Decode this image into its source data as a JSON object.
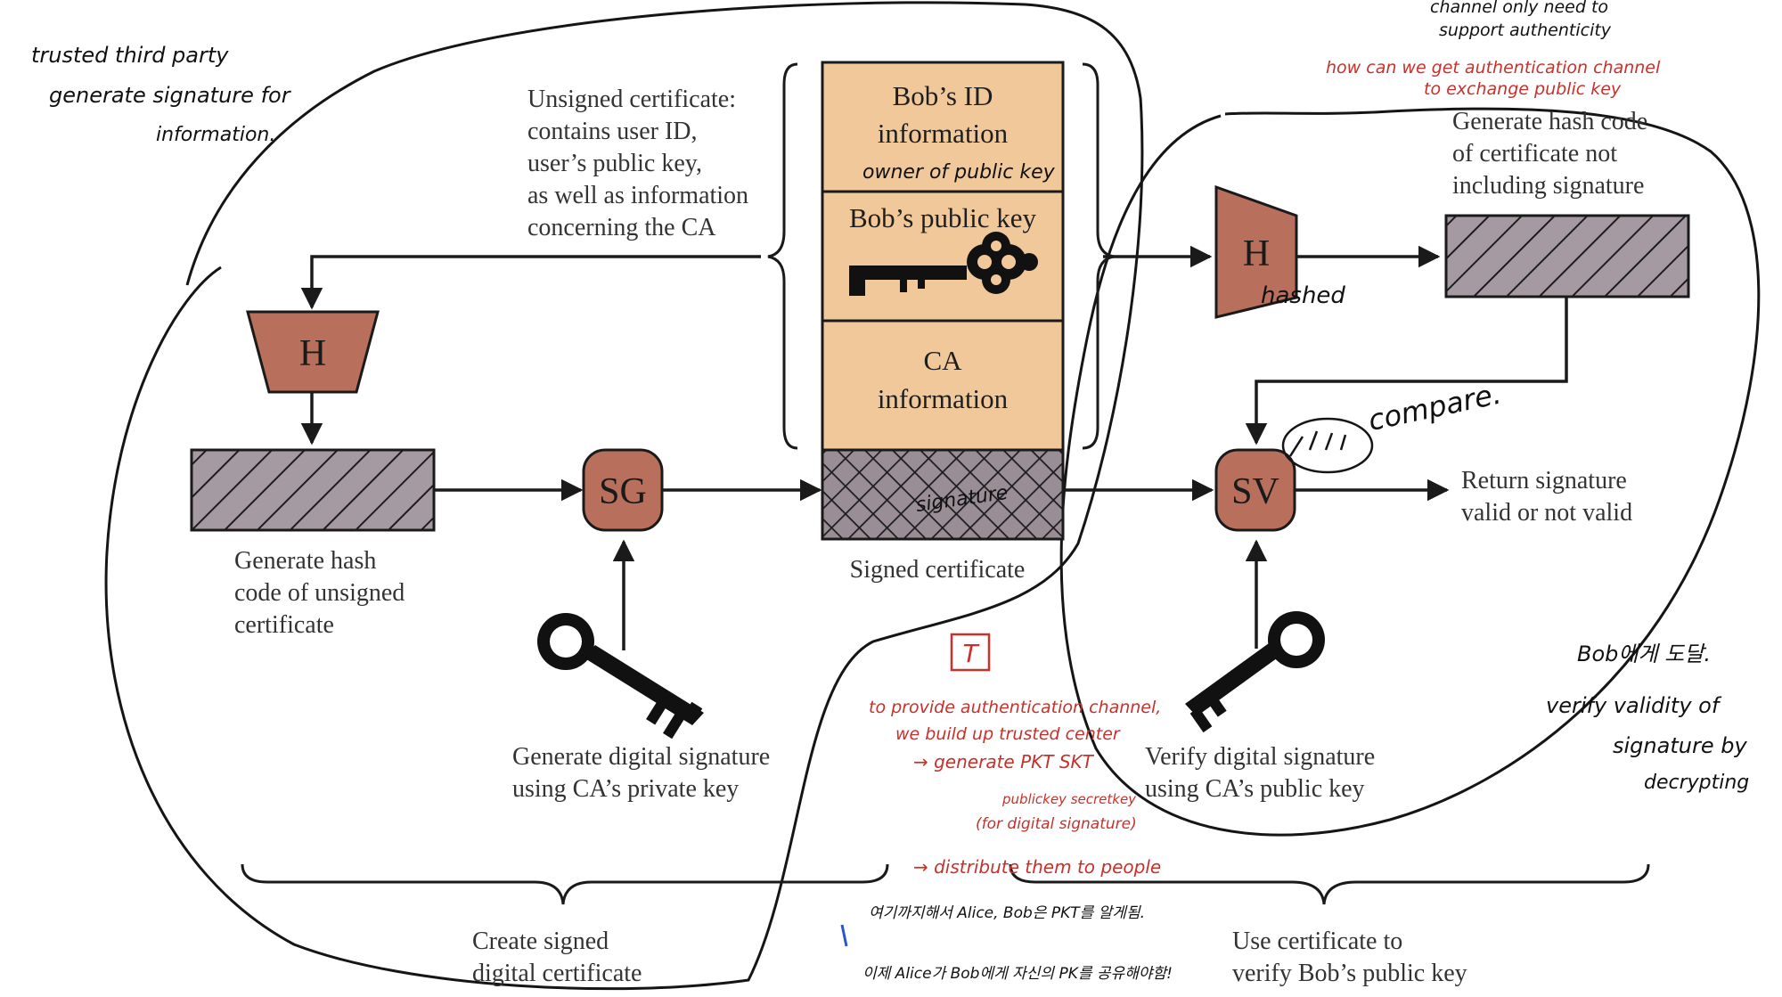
{
  "colors": {
    "certificate_fill": "#f1c89a",
    "node_fill": "#b8705d",
    "hash_fill": "#a69aa2",
    "ink": "#1a1a1a",
    "annotation_red": "#c8312b",
    "annotation_blue": "#2c56c8"
  },
  "certificate": {
    "id_line1": "Bob’s ID",
    "id_line2": "information",
    "pubkey": "Bob’s public key",
    "ca_line1": "CA",
    "ca_line2": "information"
  },
  "nodes": {
    "hash_left": "H",
    "hash_right": "H",
    "sign": "SG",
    "verify": "SV"
  },
  "labels": {
    "unsigned": [
      "Unsigned certificate:",
      "contains user ID,",
      "user’s public key,",
      "as well as information",
      "concerning the CA"
    ],
    "gen_hash_left": [
      "Generate hash",
      "code of unsigned",
      "certificate"
    ],
    "gen_sig": [
      "Generate digital signature",
      "using CA’s private key"
    ],
    "signed_cert": "Signed certificate",
    "gen_hash_right": [
      "Generate hash code",
      "of certificate not",
      "including signature"
    ],
    "return_sig": [
      "Return signature",
      "valid or not valid"
    ],
    "verify_sig": [
      "Verify digital signature",
      "using CA’s public key"
    ],
    "create_signed": [
      "Create signed",
      "digital certificate"
    ],
    "use_cert": [
      "Use certificate to",
      "verify Bob’s public key"
    ]
  },
  "annotations": {
    "top_left": [
      "trusted third party",
      "generate signature for",
      "information."
    ],
    "owner": "owner of public key",
    "signature": "signature",
    "hashed": "hashed",
    "compare": "compare.",
    "top_right_black": [
      "channel only need to",
      "support authenticity"
    ],
    "top_right_red": [
      "how can we get authentication channel",
      "to exchange public key"
    ],
    "t_box": "T",
    "middle_red": [
      "to provide authentication channel,",
      "we build up trusted center",
      "→ generate PKT SKT",
      "publickey secretkey",
      "(for digital signature)",
      "→ distribute them to people"
    ],
    "korean_1": "여기까지해서 Alice, Bob은 PKT를 알게됨.",
    "korean_2": "이제 Alice가 Bob에게 자신의 PK를 공유해야함!",
    "korean_3": "Bob에게 도달.",
    "right_black": [
      "verify validity of",
      "signature by",
      "decrypting"
    ]
  }
}
